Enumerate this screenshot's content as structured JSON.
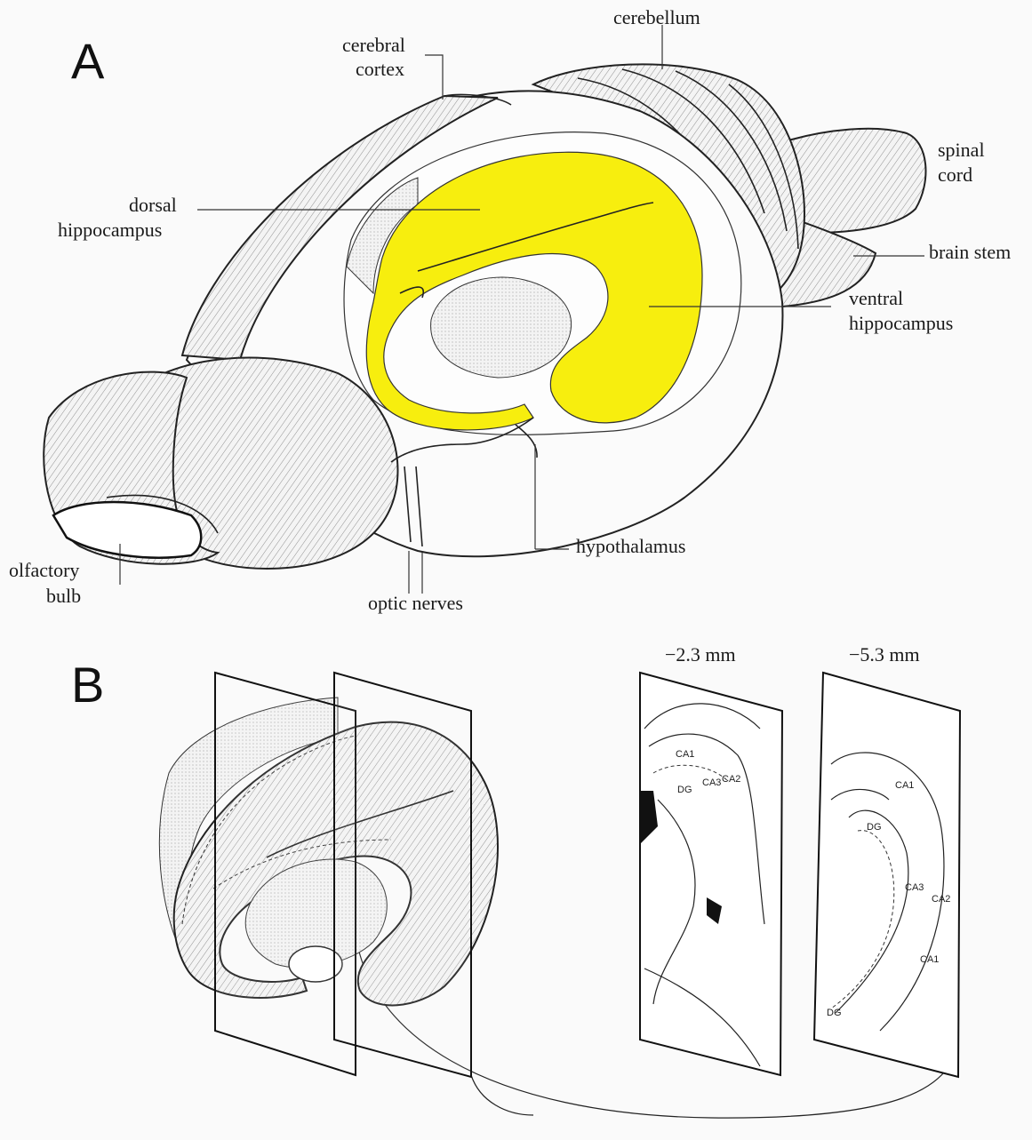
{
  "panels": {
    "a": "A",
    "b": "B"
  },
  "labels_a": {
    "cerebral_cortex": [
      "cerebral",
      "cortex"
    ],
    "cerebellum": "cerebellum",
    "spinal_cord": [
      "spinal",
      "cord"
    ],
    "dorsal_hippocampus": [
      "dorsal",
      "hippocampus"
    ],
    "brain_stem": "brain stem",
    "ventral_hippocampus": [
      "ventral",
      "hippocampus"
    ],
    "olfactory_bulb": [
      "olfactory",
      "bulb"
    ],
    "hypothalamus": "hypothalamus",
    "optic_nerves": "optic nerves"
  },
  "labels_b": {
    "section_1_depth": "−2.3 mm",
    "section_2_depth": "−5.3 mm",
    "section_1_regions": [
      "CA1",
      "CA2",
      "CA3",
      "DG"
    ],
    "section_2_regions": [
      "CA1",
      "DG",
      "CA3",
      "CA2",
      "CA1",
      "DG"
    ]
  },
  "colors": {
    "hippocampus_highlight": "#f7ee0e",
    "line": "#222222",
    "background": "#fafafa"
  }
}
